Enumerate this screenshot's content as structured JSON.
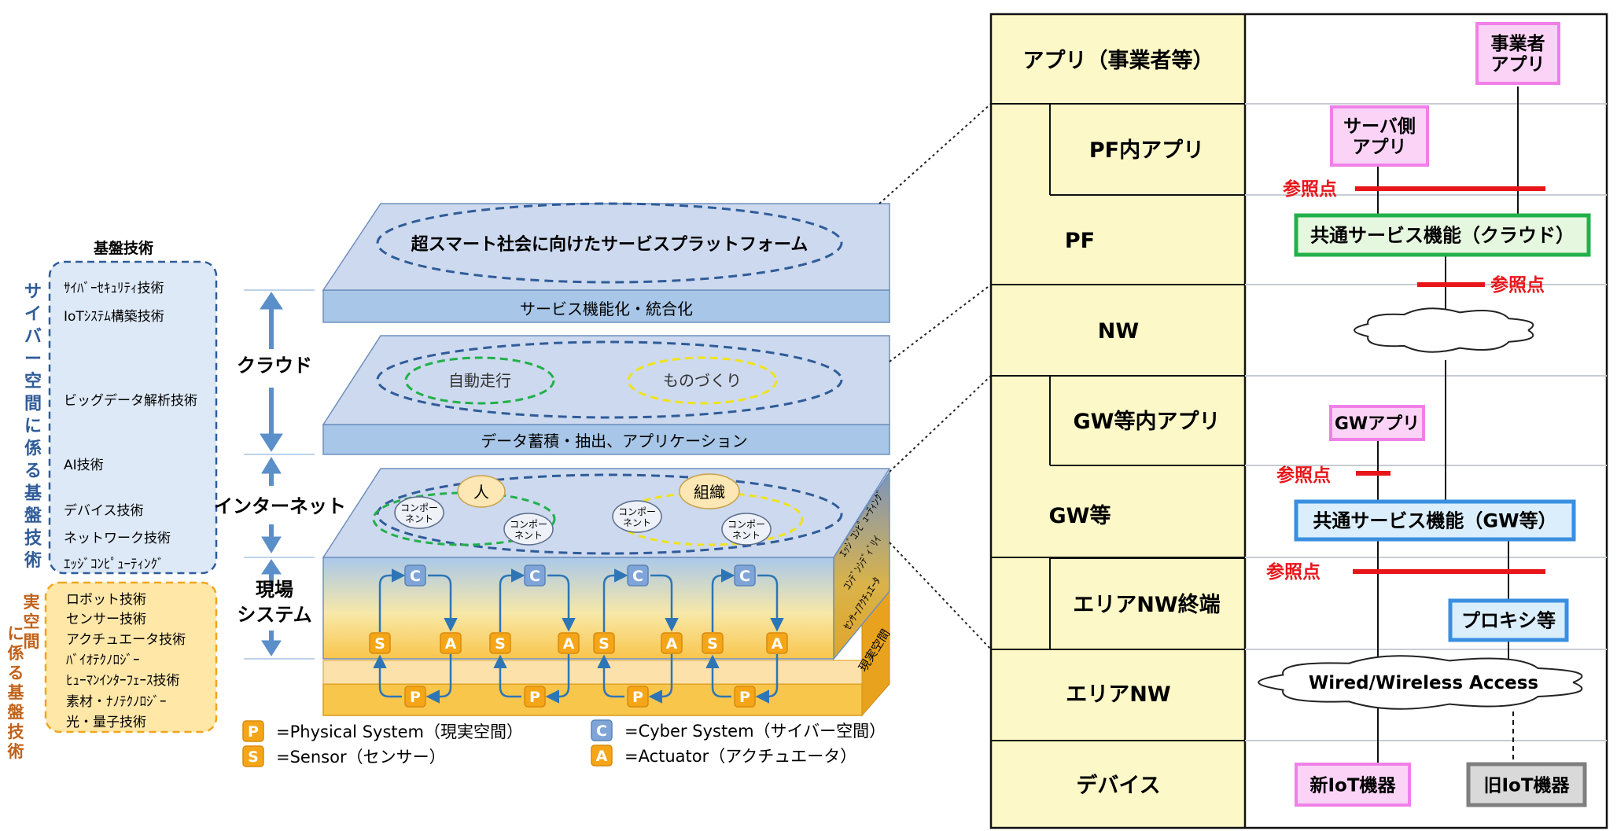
{
  "left": {
    "base_tech_title": "基盤技術",
    "cyber_vertical_label": "サイバー空間に係る基盤技術",
    "real_vertical_label": "実空間に係る基盤技術",
    "cyber_techs": [
      "ｻｲﾊﾞｰｾｷｭﾘﾃｨ技術",
      "IoTｼｽﾃﾑ構築技術",
      "ビッグデータ解析技術",
      "AI技術",
      "デバイス技術",
      "ネットワーク技術",
      "ｴｯｼﾞｺﾝﾋﾟｭｰﾃｨﾝｸﾞ"
    ],
    "real_techs": [
      "ロボット技術",
      "センサー技術",
      "アクチュエータ技術",
      "ﾊﾞｲｵﾃｸﾉﾛｼﾞｰ",
      "ﾋｭｰﾏﾝｲﾝﾀｰﾌｪｰｽ技術",
      "素材・ﾅﾉﾃｸﾉﾛｼﾞｰ",
      "光・量子技術"
    ],
    "tiers": [
      "クラウド",
      "インターネット",
      "現場システム"
    ],
    "layer1": {
      "ellipse": "超スマート社会に向けたサービスプラットフォーム",
      "front": "サービス機能化・統合化"
    },
    "layer2": {
      "left": "自動走行",
      "right": "ものづくり",
      "front": "データ蓄積・抽出、アプリケーション"
    },
    "layer3": {
      "human": "人",
      "org": "組織",
      "component": "コンポーネント",
      "side_labels": [
        "ｴｯｼﾞｺﾝﾋﾟｭｰﾃｨﾝｸﾞ",
        "ｺﾝﾃﾞﾝｼﾃﾞｨﾞﾘｲ",
        "ｾﾝｻｰ/ｱｸﾁｭｴｰﾀ"
      ],
      "real_space": "現実空間"
    },
    "icons": {
      "C": "C",
      "S": "S",
      "A": "A",
      "P": "P"
    },
    "legend": [
      {
        "icon": "P",
        "text": "=Physical System（現実空間）"
      },
      {
        "icon": "S",
        "text": "=Sensor（センサー）"
      },
      {
        "icon": "C",
        "text": "=Cyber System（サイバー空間）"
      },
      {
        "icon": "A",
        "text": "=Actuator（アクチュエータ）"
      }
    ]
  },
  "right": {
    "rows": [
      "アプリ（事業者等）",
      "PF内アプリ",
      "PF",
      "NW",
      "GW等内アプリ",
      "GW等",
      "エリアNW終端",
      "エリアNW",
      "デバイス"
    ],
    "boxes": {
      "business_app": "事業者\nアプリ",
      "server_app": "サーバ側\nアプリ",
      "cloud_common": "共通サービス機能（クラウド）",
      "gw_app": "GWアプリ",
      "gw_common": "共通サービス機能（GW等）",
      "proxy": "プロキシ等",
      "wired_wireless": "Wired/Wireless Access",
      "new_iot": "新IoT機器",
      "old_iot": "旧IoT機器"
    },
    "ref_point": "参照点"
  },
  "colors": {
    "yellow_cell": "#fdf8c8",
    "pink": "#f5b5f0",
    "green": "#22b04a",
    "blue": "#3a8fe0",
    "red": "#e8161a",
    "layer_top": "#cdd9ee",
    "layer_front": "#a7c6e8",
    "orange": "#f5b324"
  }
}
